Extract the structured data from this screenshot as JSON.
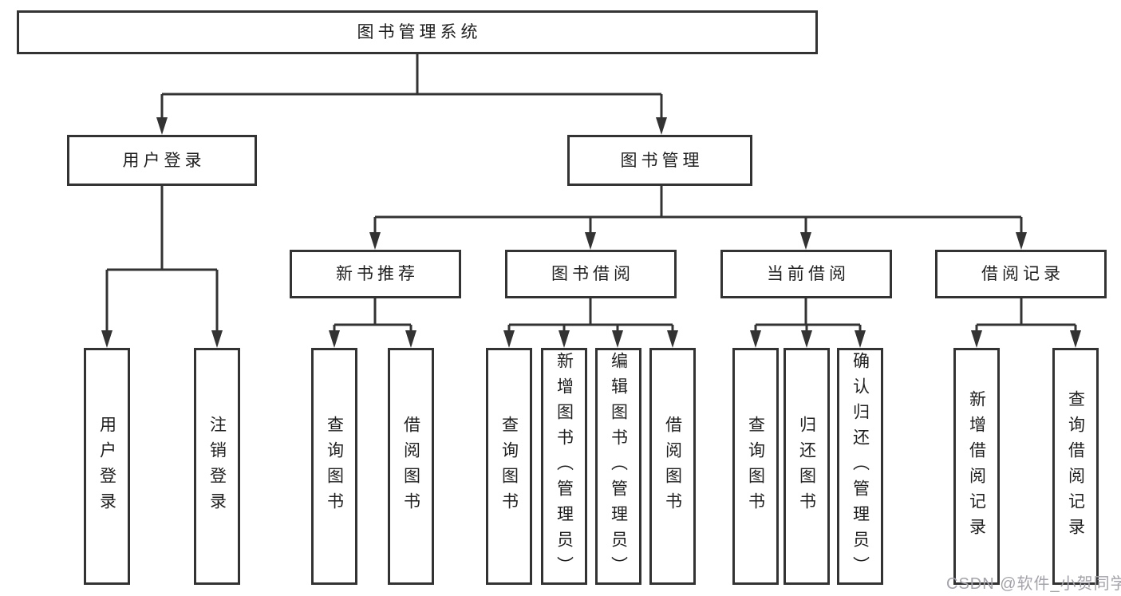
{
  "diagram": {
    "root": {
      "label": "图书管理系统"
    },
    "branches": [
      {
        "label": "用户登录",
        "children": [
          {
            "label": "用户登录"
          },
          {
            "label": "注销登录"
          }
        ]
      },
      {
        "label": "图书管理",
        "children": [
          {
            "label": "新书推荐",
            "children": [
              {
                "label": "查询图书"
              },
              {
                "label": "借阅图书"
              }
            ]
          },
          {
            "label": "图书借阅",
            "children": [
              {
                "label": "查询图书"
              },
              {
                "label": "新增图书（管理员）"
              },
              {
                "label": "编辑图书（管理员）"
              },
              {
                "label": "借阅图书"
              }
            ]
          },
          {
            "label": "当前借阅",
            "children": [
              {
                "label": "查询图书"
              },
              {
                "label": "归还图书"
              },
              {
                "label": "确认归还（管理员）"
              }
            ]
          },
          {
            "label": "借阅记录",
            "children": [
              {
                "label": "新增借阅记录"
              },
              {
                "label": "查询借阅记录"
              }
            ]
          }
        ]
      }
    ],
    "watermark": "CSDN @软件_小贺同学",
    "colors": {
      "line": "#333333",
      "text": "#1f1f1f",
      "watermark": "#a3a3ab",
      "background": "#ffffff"
    }
  }
}
